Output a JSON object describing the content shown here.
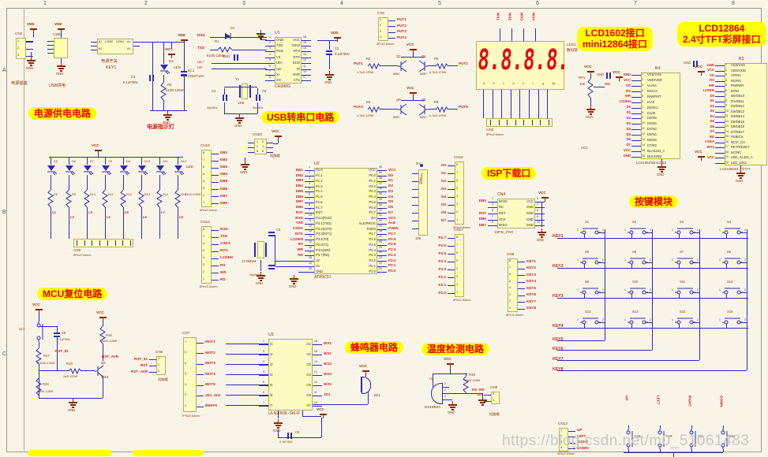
{
  "watermark": "https://blog.csdn.net/m0_51061483",
  "grid": {
    "cols": [
      "1",
      "2",
      "3",
      "4",
      "5",
      "6",
      "7",
      "8"
    ],
    "rows": [
      "A",
      "B",
      "C"
    ]
  },
  "section_labels": {
    "power": [
      "电源供电电路"
    ],
    "usb": [
      "USB转串口电路"
    ],
    "lcd1602": [
      "LCD1602接口",
      "mini12864接口"
    ],
    "lcd12864": [
      "LCD12864",
      "2.4寸TFT彩屏接口"
    ],
    "isp": [
      "ISP下载口"
    ],
    "keys": [
      "按键模块"
    ],
    "reset": [
      "MCU复位电路"
    ],
    "buzzer": [
      "蜂鸣器电路"
    ],
    "temp": [
      "温度检测电路"
    ]
  },
  "annotations": {
    "power_socket": "电源插座",
    "usb_power": "USB供电",
    "power_switch": "电源开关",
    "power_switch_ref": "KEY1",
    "power_led": "电源指示灯",
    "short_cap": "短路帽",
    "led_tag": "LED",
    "seg_ref": "LED1",
    "seg_name": "数码管",
    "pitch8": "8Pin/2.54mm",
    "pitch4": "4Pin/2.54mm",
    "pitch7": "7PIN/2.54mm",
    "jtag": "10PIN_JTAG",
    "b4_name": "LCD1602/mini12864",
    "b3_name": "LCD12864/2.4寸TFT"
  },
  "power_nets": {
    "vcc": "VCC",
    "vdd": "VDD",
    "gnd": "GND",
    "vo": "VO"
  },
  "nets": {
    "rxd": "RXD",
    "txd": "TXD",
    "udp": "UD+",
    "udm": "UD-",
    "put": [
      "PUT1",
      "PUT2",
      "PUT3",
      "PUT4",
      "PUT5"
    ],
    "rst51": "RST_51",
    "rstavr": "RST_AVR",
    "ds": "DS",
    "rd": "RD",
    "l": [
      "L1",
      "L2",
      "L3",
      "L4",
      "L5",
      "L6",
      "L7",
      "L8"
    ],
    "seg": [
      "a",
      "b",
      "c",
      "d",
      "e",
      "f",
      "g",
      "dp"
    ],
    "wx": [
      "WX1",
      "WX2",
      "WX3",
      "WX4"
    ]
  },
  "parts": {
    "r1": [
      "R1",
      "510/0.125W"
    ],
    "r2": [
      "R2",
      "4.7k/0.125W"
    ],
    "r3": [
      "R3",
      "4.7k/0.125W"
    ],
    "r4": [
      "R4",
      "510/0.125W"
    ],
    "r5": [
      "R5",
      "4.7k/0.125W"
    ],
    "r6": [
      "R6",
      "4.7k/0.125W"
    ],
    "r7": [
      "R7",
      "10K排阻",
      "10K"
    ],
    "r16": [
      "R16",
      "10k/0.125W"
    ],
    "r17": [
      "R17",
      "5100/0.125W"
    ],
    "r18": [
      "R18",
      "1k/0.125W"
    ],
    "r19": [
      "R19",
      "10k/0.125W"
    ],
    "r20": [
      "R20",
      "10k/0.125W"
    ],
    "rled_val": "510/0.125W",
    "rled_refs": [
      "R8",
      "R9",
      "R10",
      "R11",
      "R12",
      "R13",
      "R14",
      "R15"
    ],
    "c2": [
      "C2",
      "0.1uF/50v"
    ],
    "c3": [
      "C3",
      "0.1uF/50v"
    ],
    "c4": [
      "C4",
      "30p/50v"
    ],
    "c5": [
      "C5",
      "30p/50v"
    ],
    "c6": [
      "C6",
      "30p/50v"
    ],
    "c8": [
      "C8",
      "0.1uF/50v"
    ],
    "c9": [
      "C9",
      "0.1uF/50v"
    ],
    "ec1": [
      "EC1",
      "220uF/16V"
    ],
    "y1": [
      "Y1",
      "12M"
    ],
    "y2": [
      "Y2",
      "11.0592M"
    ],
    "d1": [
      "D1"
    ],
    "d2": [
      "D2",
      "LED"
    ],
    "dleds": [
      "D5",
      "D6",
      "D7",
      "D8",
      "D9",
      "D10",
      "D11",
      "D12"
    ],
    "q2": [
      "Q2",
      "8550"
    ],
    "q4": [
      "Q4",
      "8550"
    ],
    "q5": [
      "Q5",
      "8550"
    ],
    "q6": [
      "Q6",
      "8550"
    ],
    "q9": [
      "Q9",
      "9014"
    ],
    "rp1": [
      "RP1",
      "10K"
    ],
    "bz1": "BZ1",
    "u4ref": "U4",
    "u4name": "DS18B20",
    "s17": "S17",
    "arrow_refs": [
      "S18",
      "S19",
      "S20",
      "S21"
    ]
  },
  "display": {
    "digits": "8.8.8.8."
  },
  "chips": {
    "u1": {
      "ref": "U1",
      "name": "CH340G",
      "left": [
        [
          "1",
          "GND",
          ""
        ],
        [
          "2",
          "TXD",
          ""
        ],
        [
          "3",
          "RXD",
          ""
        ],
        [
          "4",
          "V3",
          ""
        ],
        [
          "5",
          "UD+",
          ""
        ],
        [
          "6",
          "UD-",
          ""
        ],
        [
          "7",
          "XI",
          ""
        ],
        [
          "8",
          "XO",
          ""
        ]
      ],
      "right": [
        [
          "16",
          "VCC",
          ""
        ],
        [
          "15",
          "R232",
          ""
        ],
        [
          "14",
          "RTS",
          ""
        ],
        [
          "13",
          "DTR",
          ""
        ],
        [
          "12",
          "DCD",
          ""
        ],
        [
          "11",
          "RI",
          ""
        ],
        [
          "10",
          "DSR",
          ""
        ],
        [
          "9",
          "CTS",
          ""
        ]
      ]
    },
    "u2": {
      "ref": "U2",
      "name": "AT89C51",
      "left": [
        [
          "1",
          "P1.0",
          "DB1"
        ],
        [
          "2",
          "P1.1",
          "DB2"
        ],
        [
          "3",
          "P1.2",
          "DB3"
        ],
        [
          "4",
          "P1.3",
          "DB4"
        ],
        [
          "5",
          "P1.4",
          "DB5"
        ],
        [
          "6",
          "P1.5",
          "DB6"
        ],
        [
          "7",
          "P1.6",
          "DB7"
        ],
        [
          "8",
          "P1.7",
          "DB0"
        ],
        [
          "9",
          "RST",
          "RST"
        ],
        [
          "10",
          "P3.0(RXD)",
          "RXD"
        ],
        [
          "11",
          "P3.1(TXD)",
          "TXD"
        ],
        [
          "12",
          "P3.2(INT0)",
          "CSDA"
        ],
        [
          "13",
          "P3.3(INT1)",
          "INT1"
        ],
        [
          "14",
          "P3.4(T0)",
          "LCDEN"
        ],
        [
          "15",
          "P3.5(T1)",
          "RS"
        ],
        [
          "16",
          "P3.6(WR)",
          "WR"
        ],
        [
          "17",
          "P3.7(RD)",
          "RD"
        ],
        [
          "18",
          "X2",
          ""
        ],
        [
          "19",
          "X1",
          ""
        ],
        [
          "20",
          "GND",
          ""
        ]
      ],
      "right": [
        [
          "40",
          "VCC",
          "VCC"
        ],
        [
          "39",
          "P0.0",
          "D0"
        ],
        [
          "38",
          "P0.1",
          "D1"
        ],
        [
          "37",
          "P0.2",
          "D2"
        ],
        [
          "36",
          "P0.3",
          "D3"
        ],
        [
          "35",
          "P0.4",
          "D4"
        ],
        [
          "34",
          "P0.5",
          "D5"
        ],
        [
          "33",
          "P0.6",
          "D6"
        ],
        [
          "32",
          "P0.7",
          "D7"
        ],
        [
          "31",
          "EA",
          "VCC"
        ],
        [
          "30",
          "ALE/PROG",
          "ALE"
        ],
        [
          "29",
          "PSEN",
          "PSEN"
        ],
        [
          "28",
          "P2.7",
          "P2.7"
        ],
        [
          "27",
          "P2.6",
          "P2.6"
        ],
        [
          "26",
          "P2.5",
          "P2.5"
        ],
        [
          "25",
          "P2.4",
          "P2.4"
        ],
        [
          "24",
          "P2.3",
          "P2.3"
        ],
        [
          "23",
          "P2.2",
          "P2.2"
        ],
        [
          "22",
          "P2.1",
          "P2.1"
        ],
        [
          "21",
          "P2.0",
          "P2.0"
        ]
      ]
    },
    "u3": {
      "ref": "U3",
      "name": "ULN2003L-SI6-R",
      "left": [
        [
          "1",
          "I1",
          ""
        ],
        [
          "2",
          "I2",
          ""
        ],
        [
          "3",
          "I3",
          ""
        ],
        [
          "4",
          "I4",
          ""
        ],
        [
          "5",
          "I5",
          ""
        ],
        [
          "6",
          "I6",
          ""
        ],
        [
          "7",
          "I7",
          ""
        ]
      ],
      "right": [
        [
          "16",
          "O1",
          "WX1"
        ],
        [
          "15",
          "O2",
          "WX2"
        ],
        [
          "14",
          "O3",
          "WX3"
        ],
        [
          "13",
          "O4",
          "WX4"
        ],
        [
          "12",
          "O5",
          "WX5"
        ],
        [
          "11",
          "O6",
          "JD1"
        ],
        [
          "10",
          "O7",
          ""
        ]
      ],
      "bottom": [
        [
          "8",
          "GND"
        ],
        [
          "9",
          "COMMON"
        ]
      ]
    },
    "cn4": {
      "ref": "CN4",
      "left": [
        [
          "1",
          "MOSI",
          "DB5"
        ],
        [
          "3",
          "NC",
          ""
        ],
        [
          "5",
          "RST",
          "RST"
        ],
        [
          "7",
          "SCK",
          "DB6"
        ],
        [
          "9",
          "MISO",
          "DB7"
        ]
      ],
      "right": [
        [
          "2",
          "VCC",
          ""
        ],
        [
          "4",
          "GND",
          ""
        ],
        [
          "6",
          "GND",
          ""
        ],
        [
          "8",
          "GND",
          ""
        ],
        [
          "10",
          "GND",
          ""
        ]
      ]
    },
    "b4": {
      "ref": "B4",
      "pins": [
        [
          "1",
          "VSS/VSS",
          "GND"
        ],
        [
          "2",
          "VDD/VDD",
          "VCC"
        ],
        [
          "3",
          "VL/NC",
          "VO"
        ],
        [
          "4",
          "RS/CS",
          "RS"
        ],
        [
          "5",
          "R/W/RST",
          "WR"
        ],
        [
          "6",
          "E/A0",
          "LCDEN"
        ],
        [
          "7",
          "D0/SCL",
          "D0"
        ],
        [
          "8",
          "D1/SI",
          "D1"
        ],
        [
          "9",
          "D2/NC",
          "D2"
        ],
        [
          "10",
          "D3/NC",
          "D3"
        ],
        [
          "11",
          "D4/NC",
          "D4"
        ],
        [
          "12",
          "D5/NC",
          "D5"
        ],
        [
          "13",
          "D6/NC",
          "D6"
        ],
        [
          "14",
          "D7/NC",
          "D7"
        ],
        [
          "15",
          "BLA/LED_A",
          "VCC"
        ],
        [
          "16",
          "BLK/GND",
          "GND"
        ]
      ]
    },
    "b3": {
      "ref": "B3",
      "pins": [
        [
          "1",
          "VSS/VSS",
          "GND"
        ],
        [
          "2",
          "VDD/VDD",
          "VCC"
        ],
        [
          "3",
          "VO/NC",
          "VO"
        ],
        [
          "4",
          "RS/RS",
          "RS"
        ],
        [
          "5",
          "R/W/WR",
          "WR"
        ],
        [
          "6",
          "E/RD",
          "LCDEN"
        ],
        [
          "7",
          "D0/DB10",
          "D0"
        ],
        [
          "8",
          "D1/DB11",
          "D1"
        ],
        [
          "9",
          "D2/DB12",
          "D2"
        ],
        [
          "10",
          "D3/DB13",
          "D3"
        ],
        [
          "11",
          "D4/DB14",
          "D4"
        ],
        [
          "12",
          "D5/DB15",
          "D5"
        ],
        [
          "13",
          "D6/DB16",
          "D6"
        ],
        [
          "14",
          "D7/DB17",
          "D7"
        ],
        [
          "15",
          "PSB/CS",
          "RD"
        ],
        [
          "16",
          "NC/F_CS",
          "CSDA"
        ],
        [
          "17",
          "RET/RESET",
          "INT1"
        ],
        [
          "18",
          "NC/NC",
          ""
        ],
        [
          "19",
          "LED_A/LED_A",
          "VCC"
        ],
        [
          "20",
          "LED_K/NC",
          ""
        ]
      ]
    }
  },
  "connectors": {
    "cn1": {
      "ref": "CN1",
      "pins": [
        [
          "1",
          "PUT1"
        ],
        [
          "2",
          "PUT2"
        ],
        [
          "3",
          "PUT3"
        ],
        [
          "4",
          "PUT4"
        ]
      ]
    },
    "cn2": {
      "ref": "CN2",
      "pins": [
        [
          "1",
          ""
        ],
        [
          "2",
          ""
        ],
        [
          "3",
          ""
        ]
      ]
    },
    "cn3": {
      "ref": "CN3"
    },
    "cn5": {
      "ref": "CN5",
      "pins": [
        [
          "1",
          "RST_51"
        ],
        [
          "2",
          "RST"
        ],
        [
          "3",
          "RST_AVR"
        ]
      ]
    },
    "cn6": {
      "ref": "CN6",
      "pins": [
        [
          "8",
          "KEY1"
        ],
        [
          "7",
          "KEY2"
        ],
        [
          "6",
          "KEY3"
        ],
        [
          "5",
          "KEY4"
        ],
        [
          "4",
          "KEY5"
        ],
        [
          "3",
          "KEY6"
        ],
        [
          "2",
          "KEY7"
        ],
        [
          "1",
          "KEY8"
        ]
      ]
    },
    "cn7": {
      "ref": "CN7",
      "pins": [
        [
          "7",
          "MOT1"
        ],
        [
          "6",
          "MOT2"
        ],
        [
          "5",
          "MOT3"
        ],
        [
          "4",
          "MOT4"
        ],
        [
          "3",
          "MOT5"
        ],
        [
          "2",
          "JD1_driv"
        ],
        [
          "1",
          "BEEPn"
        ]
      ]
    },
    "cn8": {
      "ref": "CN8",
      "pins": [
        [
          "2",
          "DS"
        ],
        [
          "1",
          ""
        ]
      ]
    },
    "cn9": {
      "ref": "CN9"
    },
    "cn13": {
      "ref": "CN13",
      "pins": [
        [
          "1",
          "UP"
        ],
        [
          "2",
          "LEFT"
        ],
        [
          "3",
          "RIGHT"
        ],
        [
          "4",
          "DOWN"
        ]
      ]
    },
    "cn14": {
      "ref": "CN14",
      "pins": [
        [
          "8",
          "RXD"
        ],
        [
          "7",
          "TXD"
        ],
        [
          "6",
          "CSDA"
        ],
        [
          "5",
          "INT1"
        ],
        [
          "4",
          "LCDEN"
        ],
        [
          "3",
          "RS"
        ],
        [
          "2",
          "WR"
        ],
        [
          "1",
          "RD"
        ]
      ]
    },
    "cn15": {
      "ref": "CN15",
      "pins": [
        [
          "8",
          "DB1"
        ],
        [
          "7",
          "DB2"
        ],
        [
          "6",
          "DB3"
        ],
        [
          "5",
          "DB4"
        ],
        [
          "4",
          "DB5"
        ],
        [
          "3",
          "DB6"
        ],
        [
          "2",
          "DB7"
        ],
        [
          "1",
          "DB0"
        ]
      ]
    },
    "cn16": {
      "ref": "CN16",
      "pins": [
        [
          "8",
          "D0"
        ],
        [
          "7",
          "D1"
        ],
        [
          "6",
          "D2"
        ],
        [
          "5",
          "D3"
        ],
        [
          "4",
          "D4"
        ],
        [
          "3",
          "D5"
        ],
        [
          "2",
          "D6"
        ],
        [
          "1",
          "D7"
        ]
      ]
    },
    "cn17": {
      "ref": "CN17",
      "pins": [
        [
          "8",
          "P2.7"
        ],
        [
          "7",
          "P2.6"
        ],
        [
          "6",
          "P2.5"
        ],
        [
          "5",
          "P2.4"
        ],
        [
          "4",
          "P2.3"
        ],
        [
          "3",
          "P2.2"
        ],
        [
          "2",
          "P2.1"
        ],
        [
          "1",
          "P2.0"
        ]
      ]
    },
    "cn20": {
      "ref": "CN20",
      "rows": [
        [
          "1",
          "2"
        ],
        [
          "3",
          "4"
        ],
        [
          "5",
          "6"
        ]
      ]
    },
    "usb1": {
      "ref": "USB1"
    },
    "key1": {
      "rows": [
        [
          "B1",
          "COM2",
          "COM1",
          "A1"
        ],
        [
          "B2",
          "A2"
        ]
      ]
    }
  },
  "matrix": {
    "rows": [
      "KEY1",
      "KEY2",
      "KEY3",
      "KEY4"
    ],
    "cols": [
      "KEY5",
      "KEY6",
      "KEY7",
      "KEY8"
    ],
    "refs": [
      "S1",
      "S2",
      "S3",
      "S4",
      "S5",
      "S6",
      "S7",
      "S8",
      "S9",
      "S10",
      "S11",
      "S12",
      "S13",
      "S14",
      "S15",
      "S16"
    ],
    "pins": [
      "1",
      "2"
    ]
  },
  "arrows": {
    "nets": [
      "UP",
      "LEFT",
      "RIGHT",
      "DOWN"
    ]
  }
}
